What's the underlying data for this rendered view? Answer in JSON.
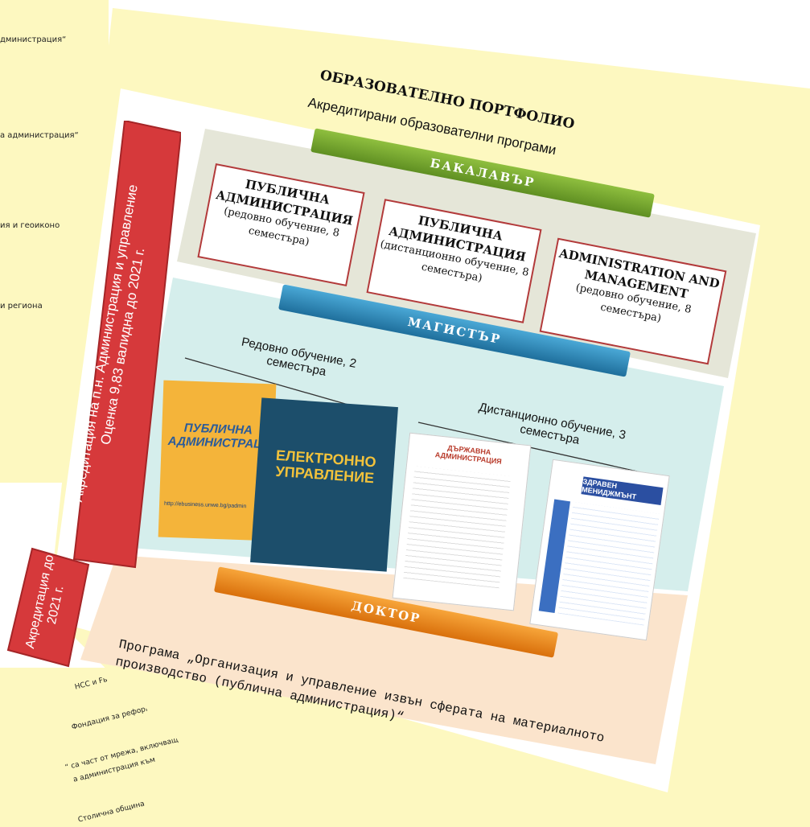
{
  "background_sheet": {
    "lines": [
      "дминистрация“",
      "а администрация“",
      "ия и геоиконо",
      "и региона"
    ],
    "bottom_lines": [
      "НСС и Fь",
      "Фондация за реформа в",
      "“ са част от мрежа, включваща",
      "а администрация към",
      "Столична община"
    ]
  },
  "portfolio": {
    "title": "ОБРАЗОВАТЕЛНО ПОРТФОЛИО",
    "subtitle": "Акредитирани образователни програми",
    "accreditation_note": "Акредитация на п.н. Администрация и управление",
    "accreditation_score": "Оценка 9,83  валидна до 2021 г.",
    "doctor_accreditation": "Акредитация до 2021 г.",
    "bachelor": {
      "label": "БАКАЛАВЪР",
      "programs": [
        {
          "title": "ПУБЛИЧНА АДМИНИСТРАЦИЯ",
          "detail": "(редовно обучение, 8 семестъра)"
        },
        {
          "title": "ПУБЛИЧНА АДМИНИСТРАЦИЯ",
          "detail": "(дистанционно обучение, 8 семестъра)"
        },
        {
          "title": "ADMINISTRATION AND MANAGEMENT",
          "detail": "(редовно обучение, 8 семестъра)"
        }
      ]
    },
    "master": {
      "label": "МАГИСТЪР",
      "fulltime": "Редовно обучение, 2 семестъра",
      "distance": "Дистанционно обучение, 3 семестъра",
      "covers": [
        {
          "title": "ПУБЛИЧНА АДМИНИСТРАЦИЯ",
          "url": "http://ebusiness.unwe.bg/padmin"
        },
        {
          "title": "ЕЛЕКТРОННО УПРАВЛЕНИЕ"
        },
        {
          "title": "ДЪРЖАВНА АДМИНИСТРАЦИЯ"
        },
        {
          "title": "ЗДРАВЕН МЕНИДЖМЪНТ"
        }
      ]
    },
    "doctor": {
      "label": "ДОКТОР",
      "program": "Програма „Организация и управление извън сферата на материалното производство (публична администрация)“"
    }
  },
  "colors": {
    "green": "#76a32f",
    "blue": "#2f8fbf",
    "orange": "#ee8a12",
    "red": "#d6393b",
    "yellow": "#fdf8c0"
  }
}
